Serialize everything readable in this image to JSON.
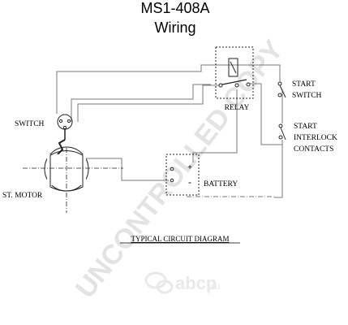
{
  "header": {
    "model": "MS1-408A",
    "subtitle": "Wiring"
  },
  "labels": {
    "switch": "SWITCH",
    "st_motor": "ST. MOTOR",
    "relay": "RELAY",
    "battery": "BATTERY",
    "start_switch_line1": "START",
    "start_switch_line2": "SWITCH",
    "interlock_line1": "START",
    "interlock_line2": "INTERLOCK",
    "interlock_line3": "CONTACTS",
    "battery_plus": "+",
    "battery_minus": "-"
  },
  "caption": "TYPICAL CIRCUIT DIAGRAM",
  "watermark": {
    "text": "UNCONTROLLED COPY",
    "color": "#e3e3e3"
  },
  "logo": {
    "brand": "abcp",
    "tld": ".ru",
    "color": "#e9e9e9"
  },
  "colors": {
    "line": "#222222",
    "wire": "#7a7a7a"
  }
}
